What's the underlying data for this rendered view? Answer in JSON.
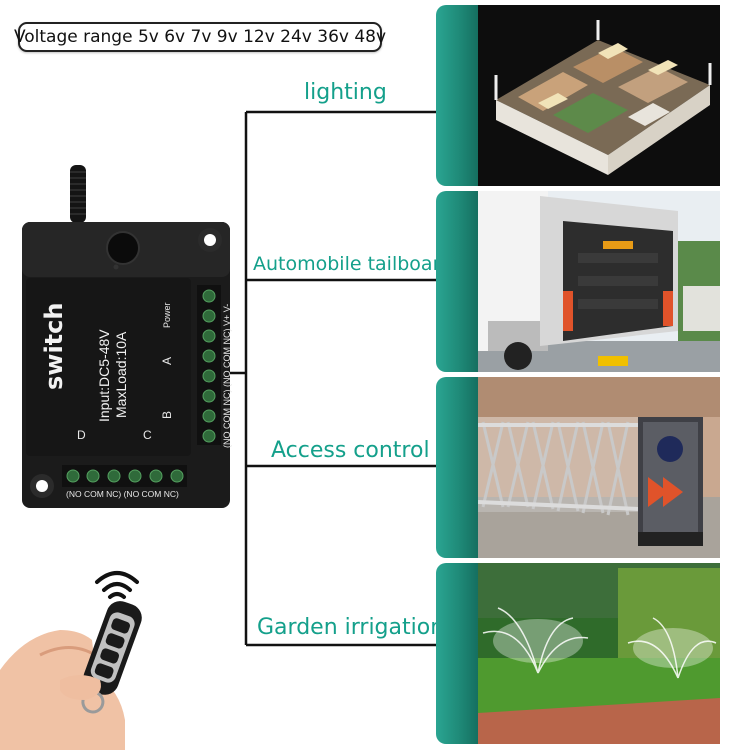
{
  "voltage_text": "Voltage range 5v 6v 7v 9v 12v 24v 36v 48v",
  "applications": [
    {
      "label": "lighting"
    },
    {
      "label": "Automobile tailboard"
    },
    {
      "label": "Access control"
    },
    {
      "label": "Garden irrigation"
    }
  ],
  "module": {
    "brand": "switch",
    "spec_line1": "Input:DC5-48V",
    "spec_line2": "MaxLoad:10A",
    "power_label": "Power",
    "channel_a": "A",
    "channel_b": "B",
    "channel_c": "C",
    "channel_d": "D",
    "right_terminal_label": "(NO COM NC) (NO COM NC) V+ V-",
    "bottom_terminal_label": "(NO COM NC) (NO COM NC)"
  },
  "colors": {
    "accent": "#14a08b",
    "module_body": "#1e1e1e",
    "terminal": "#2f6a3a"
  }
}
